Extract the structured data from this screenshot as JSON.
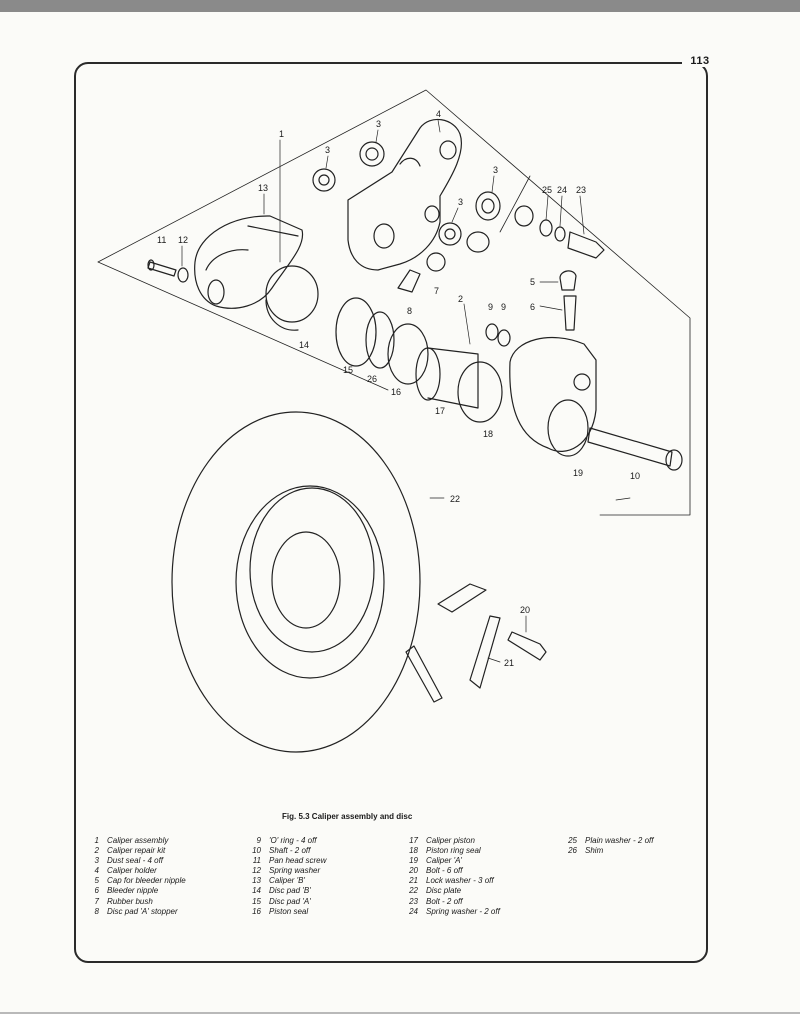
{
  "page_number": "113",
  "caption": "Fig. 5.3 Caliper assembly and disc",
  "callouts": [
    "1",
    "3",
    "3",
    "4",
    "3",
    "3",
    "13",
    "3",
    "25",
    "24",
    "23",
    "11",
    "12",
    "7",
    "5",
    "8",
    "2",
    "9",
    "9",
    "6",
    "14",
    "15",
    "26",
    "16",
    "17",
    "18",
    "19",
    "10",
    "22",
    "20",
    "21"
  ],
  "legend": {
    "col1": [
      {
        "num": "1",
        "text": "Caliper assembly"
      },
      {
        "num": "2",
        "text": "Caliper repair kit"
      },
      {
        "num": "3",
        "text": "Dust seal  - 4 off"
      },
      {
        "num": "4",
        "text": "Caliper holder"
      },
      {
        "num": "5",
        "text": "Cap for bleeder nipple"
      },
      {
        "num": "6",
        "text": "Bleeder nipple"
      },
      {
        "num": "7",
        "text": "Rubber bush"
      },
      {
        "num": "8",
        "text": "Disc pad 'A' stopper"
      }
    ],
    "col2": [
      {
        "num": "9",
        "text": "'O' ring  - 4 off"
      },
      {
        "num": "10",
        "text": "Shaft  - 2 off"
      },
      {
        "num": "11",
        "text": "Pan head screw"
      },
      {
        "num": "12",
        "text": "Spring washer"
      },
      {
        "num": "13",
        "text": "Caliper 'B'"
      },
      {
        "num": "14",
        "text": "Disc pad 'B'"
      },
      {
        "num": "15",
        "text": "Disc pad 'A'"
      },
      {
        "num": "16",
        "text": "Piston seal"
      }
    ],
    "col3": [
      {
        "num": "17",
        "text": "Caliper piston"
      },
      {
        "num": "18",
        "text": "Piston ring seal"
      },
      {
        "num": "19",
        "text": "Caliper 'A'"
      },
      {
        "num": "20",
        "text": "Bolt  - 6 off"
      },
      {
        "num": "21",
        "text": "Lock washer  - 3 off"
      },
      {
        "num": "22",
        "text": "Disc plate"
      },
      {
        "num": "23",
        "text": "Bolt  - 2 off"
      },
      {
        "num": "24",
        "text": "Spring washer  - 2 off"
      }
    ],
    "col4": [
      {
        "num": "25",
        "text": "Plain washer  - 2 off"
      },
      {
        "num": "26",
        "text": "Shim"
      }
    ]
  }
}
